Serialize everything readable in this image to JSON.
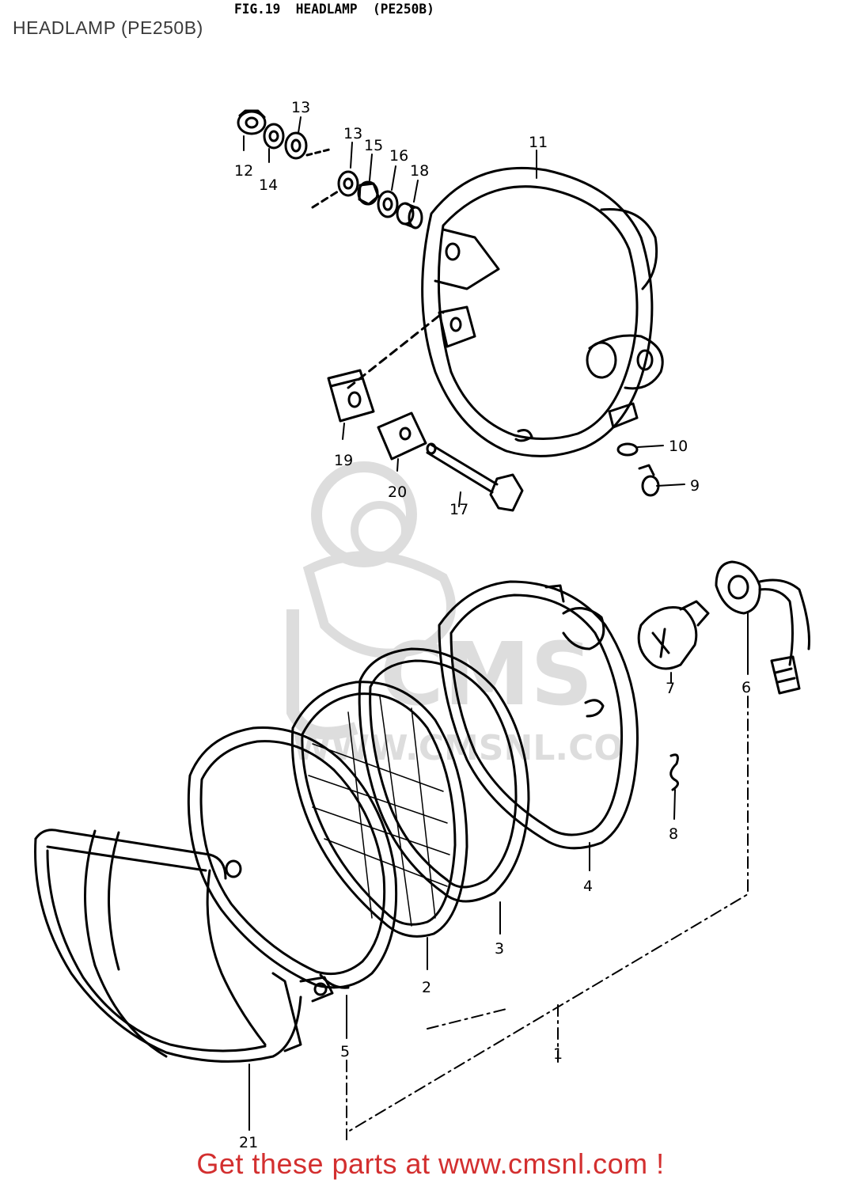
{
  "header": {
    "title": "HEADLAMP (PE250B)"
  },
  "figure": {
    "caption": "FIG.19  HEADLAMP  (PE250B)"
  },
  "watermark": {
    "text": "CMS",
    "subtext": "WWW.CMSNL.COM"
  },
  "callouts": {
    "c1": "1",
    "c2": "2",
    "c3": "3",
    "c4": "4",
    "c5": "5",
    "c6": "6",
    "c7": "7",
    "c8": "8",
    "c9": "9",
    "c10": "10",
    "c11": "11",
    "c12": "12",
    "c13a": "13",
    "c13b": "13",
    "c14": "14",
    "c15": "15",
    "c16": "16",
    "c17": "17",
    "c18": "18",
    "c19": "19",
    "c20": "20",
    "c21": "21"
  },
  "footer": {
    "cta": "Get these parts at www.cmsnl.com !"
  },
  "colors": {
    "cta": "#d32f2f",
    "header": "#3a3a3a",
    "line": "#000000"
  }
}
